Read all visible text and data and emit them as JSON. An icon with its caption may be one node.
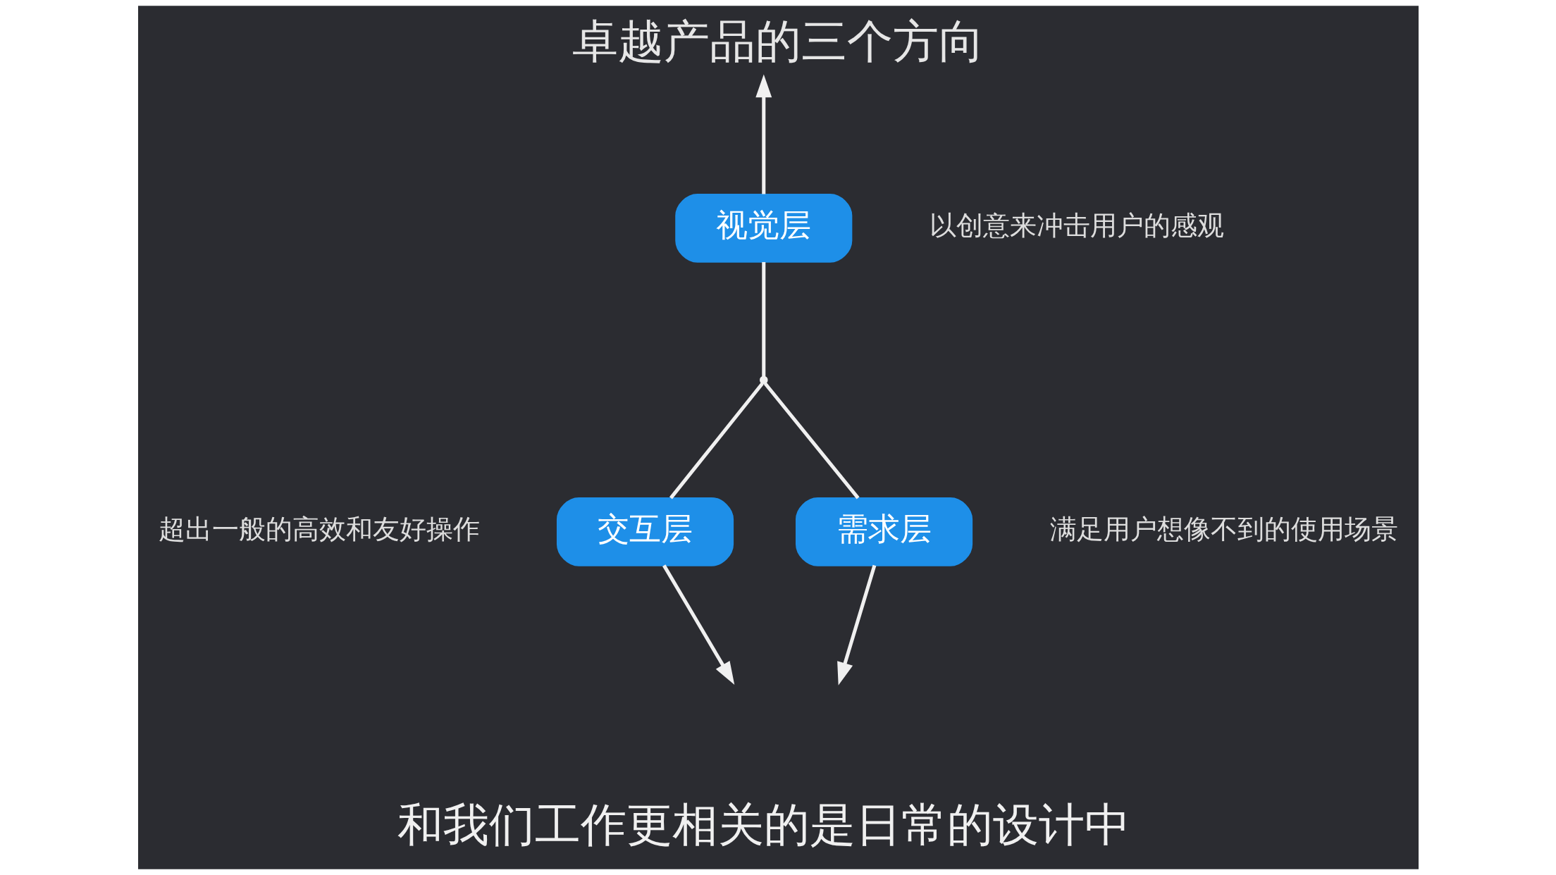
{
  "diagram": {
    "title": "卓越产品的三个方向",
    "caption": "和我们工作更相关的是日常的设计中",
    "nodes": [
      {
        "text": [
          "视觉层"
        ],
        "beside": [
          "以创意来冲击用户的感观"
        ]
      },
      {
        "text": [
          "交互层"
        ],
        "beside": [
          "超出一般的高效和友好操作"
        ]
      },
      {
        "text": [
          "需求层"
        ],
        "beside": [
          "满足用户想像不到的使用场景"
        ]
      },
      {
        "text": [],
        "shape": "point"
      }
    ],
    "edges": [
      {
        "from": 3,
        "to": 0,
        "arrow": "none"
      },
      {
        "from": 3,
        "to": 1,
        "arrow": "none"
      },
      {
        "from": 3,
        "to": 2,
        "arrow": "none"
      },
      {
        "from": 0,
        "to": null,
        "arrow": "to"
      },
      {
        "from": 1,
        "to": null,
        "arrow": "to"
      },
      {
        "from": 2,
        "to": null,
        "arrow": "to"
      }
    ]
  }
}
